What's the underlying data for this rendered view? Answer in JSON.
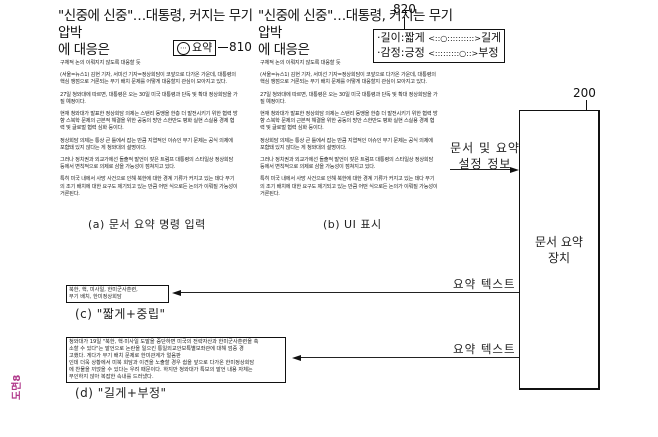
{
  "figure_tag": "도면8",
  "panel_a": {
    "headline_line1": "\"신중에 신중\"…대통령, 커지는 무기 압박",
    "headline_line2": "에 대응은",
    "summary_button_icon": "dots-circle-icon",
    "summary_button_label": "요약",
    "ref_number": "810",
    "subheading": "구체적 논의 이뤄지지 않도록 대응할 듯",
    "paragraphs": [
      "(서울=뉴스1) 김현 기자, 서미선 기자=정상회담이 코앞으로 다가온 가운데, 대통령의 핵심 쟁점으로 거론되는 무기 배치 문제를 어떻게 대응할지 관심이 모아지고 있다.",
      "27일 청와대에 따르면, 대통령은 오는 30일 미국 대통령과 단독 및 확대 정상회담을 가질 예정이다.",
      "현재 청와대가 발표한 정상회담 의제는 스탠리 동맹을 한층 더 발전시키기 위한 협력 방향 스북학 문제의 근본적 해결을 위한 공동의 방안 스한반도 평화 실현 스실용 경제 협력 및 글로벌 협력 심화 등이다.",
      "정상회담 의제는 통상 큰 틀에서 잡는 만큼 지엽적인 이슈인 무기 문제는 공식 의제에 포함돼 있지 않다는 게 청와대의 설명이다.",
      "그러나 정치권과 외교가에선 돌출적 발언이 잦은 트럼프 대통령의 스타일상 정상회담 등에서 변칙적으로 의제로 삼을 가능성이 점쳐지고 있다.",
      "특히 미국 내에서 사망 사건으로 인해 북한에 대한 경계 기류가 커지고 있는 데다 무기의 조기 배치에 대한 요구도 제기되고 있는 만큼 어떤 식으로든 논의가 이뤄질 가능성이 거론된다."
    ],
    "caption": "(a) 문서 요약 명령 입력"
  },
  "panel_b": {
    "headline_line1": "\"신중에 신중\"…대통령, 커지는 무기 압박",
    "headline_line2": "에 대응은",
    "ref_number": "820",
    "settings": {
      "length": {
        "label": "·길이:",
        "left": "짧게",
        "track": "<::○::::::::::>",
        "right": "길게"
      },
      "sentiment": {
        "label": "·감정:",
        "left": "긍정",
        "track": "<:::::::::○::>",
        "right": "부정"
      }
    },
    "subheading": "구체적 논의 이뤄지지 않도록 대응할 듯",
    "paragraphs": [
      "(서울=뉴스1) 김현 기자, 서미선 기자=정상회담이 코앞으로 다가온 가운데, 대통령의 핵심 쟁점으로 거론되는 무기 배치 문제를 어떻게 대응할지 관심이 모아지고 있다.",
      "27일 청와대에 따르면, 대통령은 오는 30일 미국 대통령과 단독 및 확대 정상회담을 가질 예정이다.",
      "현재 청와대가 발표한 정상회담 의제는 스탠리 동맹을 한층 더 발전시키기 위한 협력 방향 스북학 문제의 근본적 해결을 위한 공동의 방안 스한반도 평화 실현 스실용 경제 협력 및 글로벌 협력 심화 등이다.",
      "정상회담 의제는 통상 큰 틀에서 잡는 만큼 지엽적인 이슈인 무기 문제는 공식 의제에 포함돼 있지 않다는 게 청와대의 설명이다.",
      "그러나 정치권과 외교가에선 돌출적 발언이 잦은 트럼프 대통령의 스타일상 정상회담 등에서 변칙적으로 의제로 삼을 가능성이 점쳐지고 있다.",
      "특히 미국 내에서 사망 사건으로 인해 북한에 대한 경계 기류가 커지고 있는 데다 무기의 조기 배치에 대한 요구도 제기되고 있는 만큼 어떤 식으로든 논의가 이뤄질 가능성이 거론된다."
    ],
    "caption": "(b) UI 표시"
  },
  "device": {
    "ref_number": "200",
    "label_line1": "문서 요약",
    "label_line2": "장치"
  },
  "arrows": {
    "input_label_line1": "문서 및 요약",
    "input_label_line2": "설정 정보",
    "output_c_label": "요약 텍스트",
    "output_d_label": "요약 텍스트"
  },
  "panel_c": {
    "summary_lines": [
      "북한, 핵, 미사일, 한미군사훈련,",
      "무기 배치, 한미정상회담"
    ],
    "caption": "(c) \"짧게+중립\""
  },
  "panel_d": {
    "summary_lines": [
      "청와대가 19일 \"북한, 핵·미사일 도발을 중단하면 미국의 전략자산과 한미군사훈련을 축",
      "소할 수 있다\"는 발언으로 논란을 일으킨 통일외교안보특별보좌관에 대해 엄중 경",
      "고했다. 게다가 무기 배치 문제로 한미관계가 얼음판",
      "인데 더욱 상황에서 미북 회담과 이견을 노출할 경우 쉽을 앞으로 다가온 한미정상회담",
      "에 찬물을 끼얹을 수 있다는 우려 때문이다. 하지만 청와대가 특보의 발언 내용 자체는",
      "부인하지 않아 복잡한 속내를 드러냈다."
    ],
    "caption": "(d) \"길게+부정\""
  }
}
